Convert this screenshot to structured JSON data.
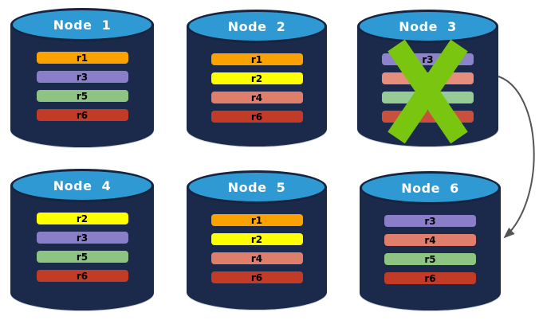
{
  "palette": {
    "background": "#FFFFFF",
    "cylinder_body": "#1B2A4A",
    "cylinder_top_fill": "#2F99D4",
    "cylinder_top_border": "#16243F",
    "node_title_color": "#FFFFFF",
    "replica_label_color": "#000000",
    "failure_cross": "#79C50F",
    "arrow": "#555555"
  },
  "nodes": [
    {
      "name": "Node  1",
      "crossed_out": false,
      "replicas": [
        {
          "label": "r1",
          "color": "#F9A201"
        },
        {
          "label": "r3",
          "color": "#8B7EC8"
        },
        {
          "label": "r5",
          "color": "#8DC482"
        },
        {
          "label": "r6",
          "color": "#C23B27"
        }
      ]
    },
    {
      "name": "Node  2",
      "crossed_out": false,
      "replicas": [
        {
          "label": "r1",
          "color": "#F9A201"
        },
        {
          "label": "r2",
          "color": "#FFFF00"
        },
        {
          "label": "r4",
          "color": "#E07E6C"
        },
        {
          "label": "r6",
          "color": "#C23B27"
        }
      ]
    },
    {
      "name": "Node  3",
      "crossed_out": true,
      "replicas": [
        {
          "label": "r3",
          "color": "#8C83CA"
        },
        {
          "label": "",
          "color": "#E68D7E"
        },
        {
          "label": "",
          "color": "#96CB95"
        },
        {
          "label": "",
          "color": "#C9503C"
        }
      ]
    },
    {
      "name": "Node  4",
      "crossed_out": false,
      "replicas": [
        {
          "label": "r2",
          "color": "#FFFF00"
        },
        {
          "label": "r3",
          "color": "#8B7EC8"
        },
        {
          "label": "r5",
          "color": "#8DC482"
        },
        {
          "label": "r6",
          "color": "#C23B27"
        }
      ]
    },
    {
      "name": "Node  5",
      "crossed_out": false,
      "replicas": [
        {
          "label": "r1",
          "color": "#F9A201"
        },
        {
          "label": "r2",
          "color": "#FFFF00"
        },
        {
          "label": "r4",
          "color": "#E07E6C"
        },
        {
          "label": "r6",
          "color": "#C23B27"
        }
      ]
    },
    {
      "name": "Node  6",
      "crossed_out": false,
      "replicas": [
        {
          "label": "r3",
          "color": "#8B7EC8"
        },
        {
          "label": "r4",
          "color": "#E07E6C"
        },
        {
          "label": "r5",
          "color": "#8DC482"
        },
        {
          "label": "r6",
          "color": "#C23B27"
        }
      ]
    }
  ],
  "annotations": {
    "failure_cross_on": "Node 3",
    "arrow_from": "Node 3",
    "arrow_to": "Node 6"
  }
}
